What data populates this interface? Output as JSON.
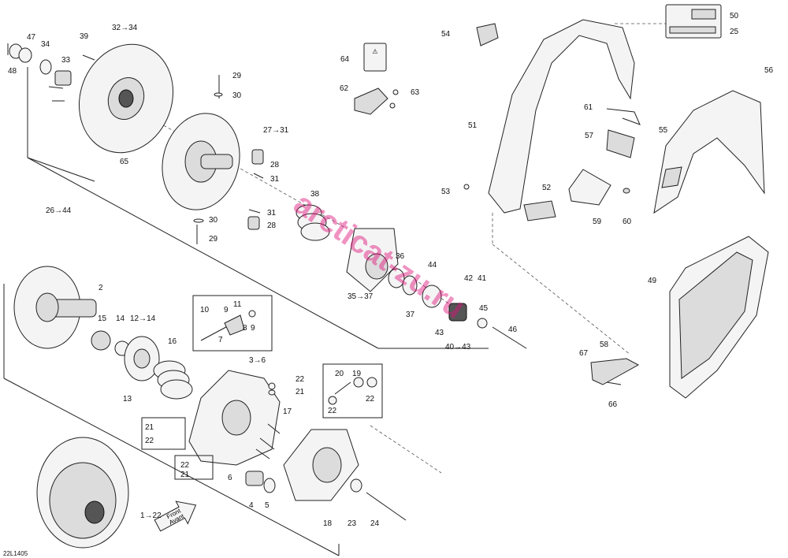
{
  "figure_code": "22L1405",
  "watermark": "arcticat-zu.ru",
  "front_arrow": {
    "line1": "Front",
    "line2": "Avant"
  },
  "callouts": {
    "c47": "47",
    "c48": "48",
    "c34a": "34",
    "c33": "33",
    "c39": "39",
    "c32": "32→34",
    "c29a": "29",
    "c30a": "30",
    "c27": "27→31",
    "c65": "65",
    "c28a": "28",
    "c31a": "31",
    "c26": "26→44",
    "c30b": "30",
    "c29b": "29",
    "c31b": "31",
    "c28b": "28",
    "c38": "38",
    "c64": "64",
    "c62": "62",
    "c63": "63",
    "c54": "54",
    "c50": "50",
    "c25": "25",
    "c51": "51",
    "c61": "61",
    "c57": "57",
    "c56": "56",
    "c55": "55",
    "c53": "53",
    "c52": "52",
    "c59": "59",
    "c60": "60",
    "c49": "49",
    "c36": "36",
    "c44": "44",
    "c35": "35→37",
    "c37": "37",
    "c42": "42",
    "c41": "41",
    "c45": "45",
    "c43": "43",
    "c40": "40→43",
    "c46": "46",
    "c2": "2",
    "c15": "15",
    "c14": "14",
    "c12": "12→14",
    "c13": "13",
    "c16": "16",
    "c10": "10",
    "c9a": "9",
    "c11": "11",
    "c8": "8",
    "c9b": "9",
    "c7": "7",
    "c3": "3→6",
    "c22a": "22",
    "c21a": "21",
    "c17": "17",
    "c21b": "21",
    "c22b": "22",
    "c22c": "22",
    "c21c": "21",
    "c6": "6",
    "c4": "4",
    "c5": "5",
    "c1": "1→22",
    "c20": "20",
    "c19": "19",
    "c22d": "22",
    "c22e": "22",
    "c18": "18",
    "c23": "23",
    "c24": "24",
    "c58": "58",
    "c67": "67",
    "c66": "66"
  }
}
